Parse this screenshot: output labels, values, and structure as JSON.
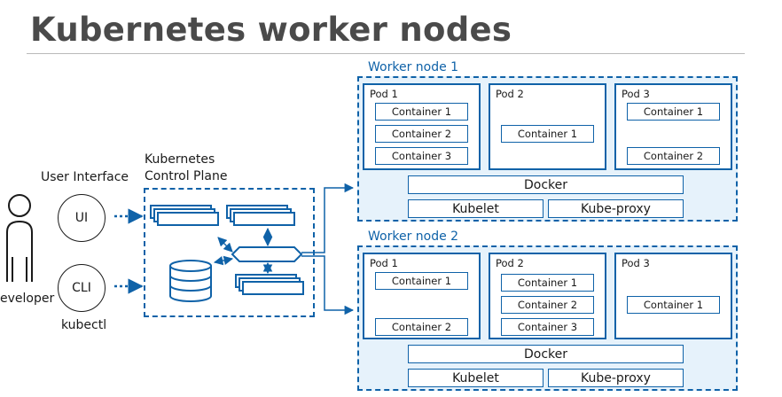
{
  "title": "Kubernetes worker nodes",
  "user_interface_label": "User Interface",
  "developer_label": "eveloper",
  "ui_label": "UI",
  "cli_label": "CLI",
  "kubectl_label": "kubectl",
  "control_plane_label_1": "Kubernetes",
  "control_plane_label_2": "Control Plane",
  "worker1": {
    "title": "Worker node 1",
    "pod1": {
      "label": "Pod 1",
      "containers": [
        "Container 1",
        "Container 2",
        "Container 3"
      ]
    },
    "pod2": {
      "label": "Pod 2",
      "containers": [
        "Container 1"
      ]
    },
    "pod3": {
      "label": "Pod 3",
      "containers": [
        "Container 1",
        "Container 2"
      ]
    },
    "docker": "Docker",
    "kubelet": "Kubelet",
    "kubeproxy": "Kube-proxy"
  },
  "worker2": {
    "title": "Worker node 2",
    "pod1": {
      "label": "Pod 1",
      "containers": [
        "Container 1",
        "Container 2"
      ]
    },
    "pod2": {
      "label": "Pod 2",
      "containers": [
        "Container 1",
        "Container 2",
        "Container 3"
      ]
    },
    "pod3": {
      "label": "Pod 3",
      "containers": [
        "Container 1"
      ]
    },
    "docker": "Docker",
    "kubelet": "Kubelet",
    "kubeproxy": "Kube-proxy"
  },
  "colors": {
    "accent": "#0f62a8",
    "node_fill": "#e6f2fb",
    "title_gray": "#4a4a4a"
  }
}
